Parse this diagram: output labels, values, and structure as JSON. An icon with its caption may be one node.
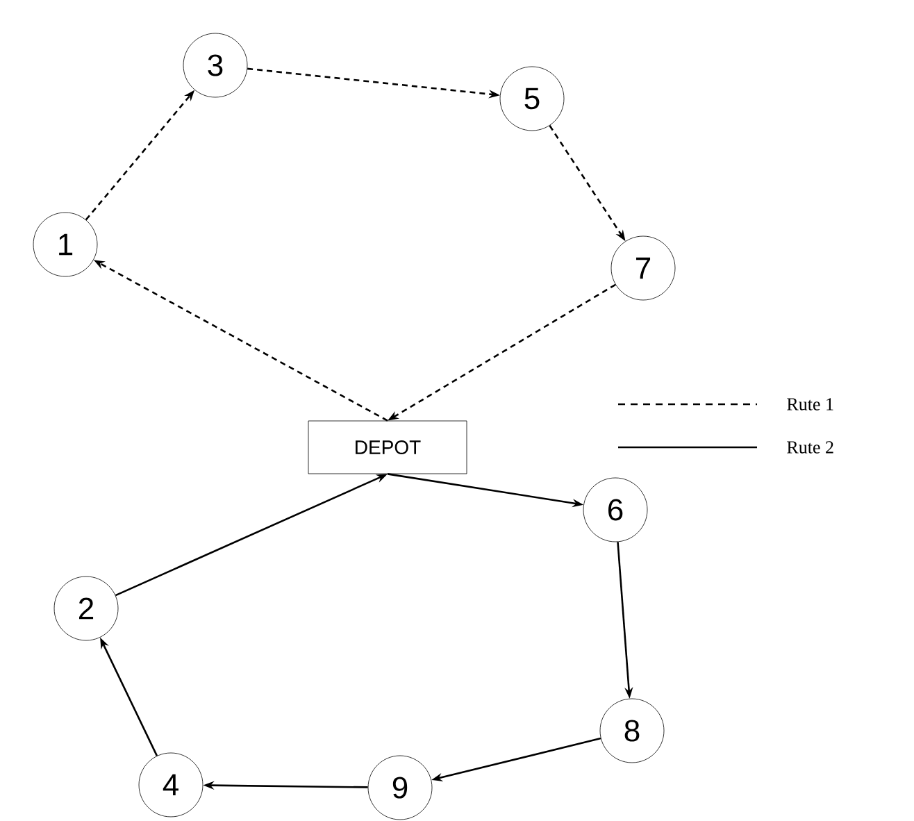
{
  "diagram": {
    "nodes": [
      {
        "text": [
          "3"
        ]
      },
      {
        "text": [
          "5"
        ]
      },
      {
        "text": [
          "1"
        ]
      },
      {
        "text": [
          "7"
        ]
      },
      {
        "text": [
          "DEPOT"
        ]
      },
      {
        "text": [
          "6"
        ]
      },
      {
        "text": [
          "2"
        ]
      },
      {
        "text": [
          "8"
        ]
      },
      {
        "text": [
          "4"
        ]
      },
      {
        "text": [
          "9"
        ]
      }
    ],
    "edges": [
      {
        "from": 2,
        "to": 0,
        "arrow": "to",
        "style": "dashed"
      },
      {
        "from": 0,
        "to": 1,
        "arrow": "to",
        "style": "dashed"
      },
      {
        "from": 1,
        "to": 3,
        "arrow": "to",
        "style": "dashed"
      },
      {
        "from": 3,
        "to": 4,
        "arrow": "to",
        "style": "dashed"
      },
      {
        "from": 4,
        "to": 2,
        "arrow": "to",
        "style": "dashed"
      },
      {
        "from": 6,
        "to": 4,
        "arrow": "to"
      },
      {
        "from": 4,
        "to": 5,
        "arrow": "to"
      },
      {
        "from": 5,
        "to": 7,
        "arrow": "to"
      },
      {
        "from": 7,
        "to": 9,
        "arrow": "to"
      },
      {
        "from": 9,
        "to": 8,
        "arrow": "to"
      },
      {
        "from": 8,
        "to": 6,
        "arrow": "to"
      }
    ],
    "legend": [
      {
        "text": "Rute 1"
      },
      {
        "text": "Rute 2"
      }
    ]
  }
}
